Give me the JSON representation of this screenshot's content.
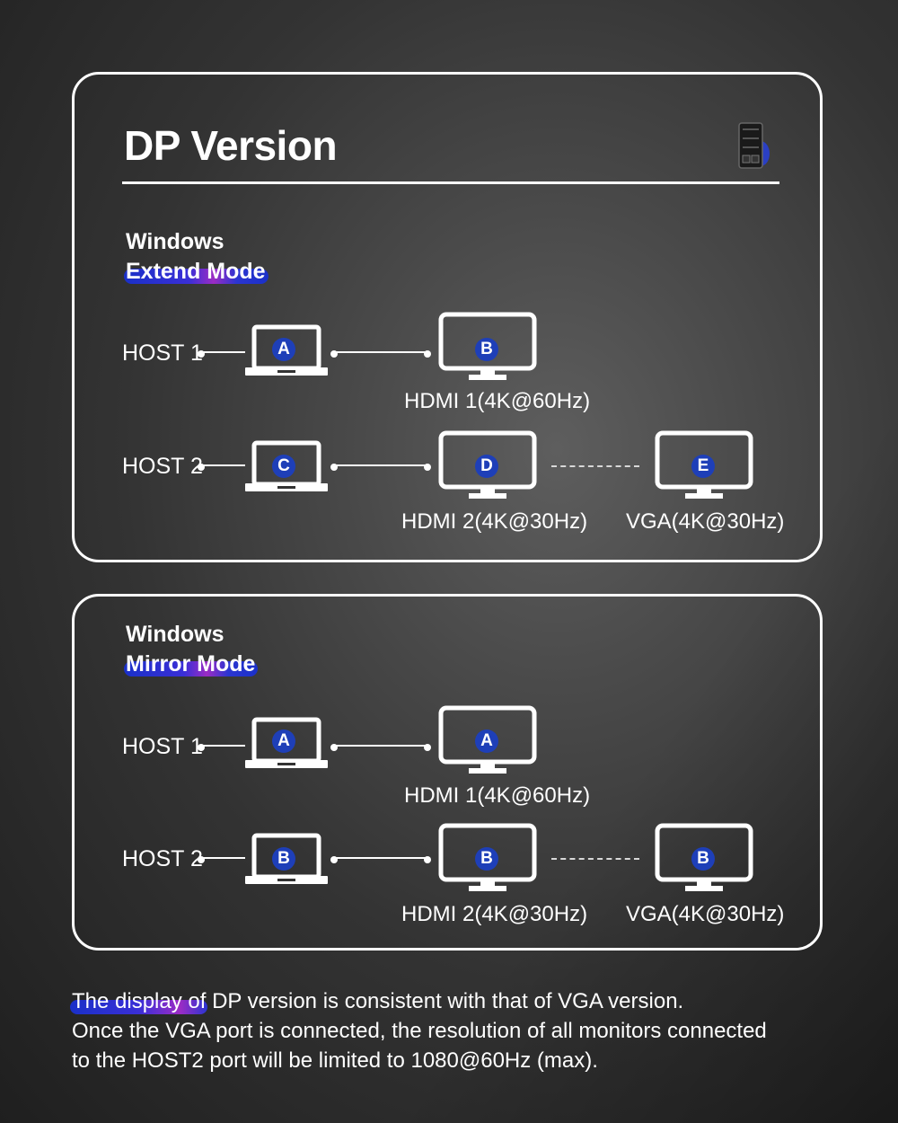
{
  "title": "DP Version",
  "extend": {
    "os_label": "Windows",
    "mode_label": "Extend Mode",
    "host1": {
      "label": "HOST 1",
      "laptop_badge": "A",
      "monitor_badge": "B",
      "monitor_caption": "HDMI 1(4K@60Hz)"
    },
    "host2": {
      "label": "HOST 2",
      "laptop_badge": "C",
      "monitor1_badge": "D",
      "monitor1_caption": "HDMI 2(4K@30Hz)",
      "monitor2_badge": "E",
      "monitor2_caption": "VGA(4K@30Hz)"
    }
  },
  "mirror": {
    "os_label": "Windows",
    "mode_label": "Mirror Mode",
    "host1": {
      "label": "HOST 1",
      "laptop_badge": "A",
      "monitor_badge": "A",
      "monitor_caption": "HDMI 1(4K@60Hz)"
    },
    "host2": {
      "label": "HOST 2",
      "laptop_badge": "B",
      "monitor1_badge": "B",
      "monitor1_caption": "HDMI 2(4K@30Hz)",
      "monitor2_badge": "B",
      "monitor2_caption": "VGA(4K@30Hz)"
    }
  },
  "footer": {
    "line1_highlight": "The display of",
    "line1_rest": " DP version is consistent with that of VGA version.",
    "line2": "Once the VGA port is connected, the resolution of all monitors connected",
    "line3": "to the HOST2 port will be limited to 1080@60Hz (max)."
  },
  "colors": {
    "badge": "#1e3fb8",
    "highlight_start": "#1a30c8",
    "highlight_mid": "#9b2cc4"
  },
  "icons": [
    "laptop-icon",
    "monitor-icon",
    "kvm-switch-icon"
  ]
}
